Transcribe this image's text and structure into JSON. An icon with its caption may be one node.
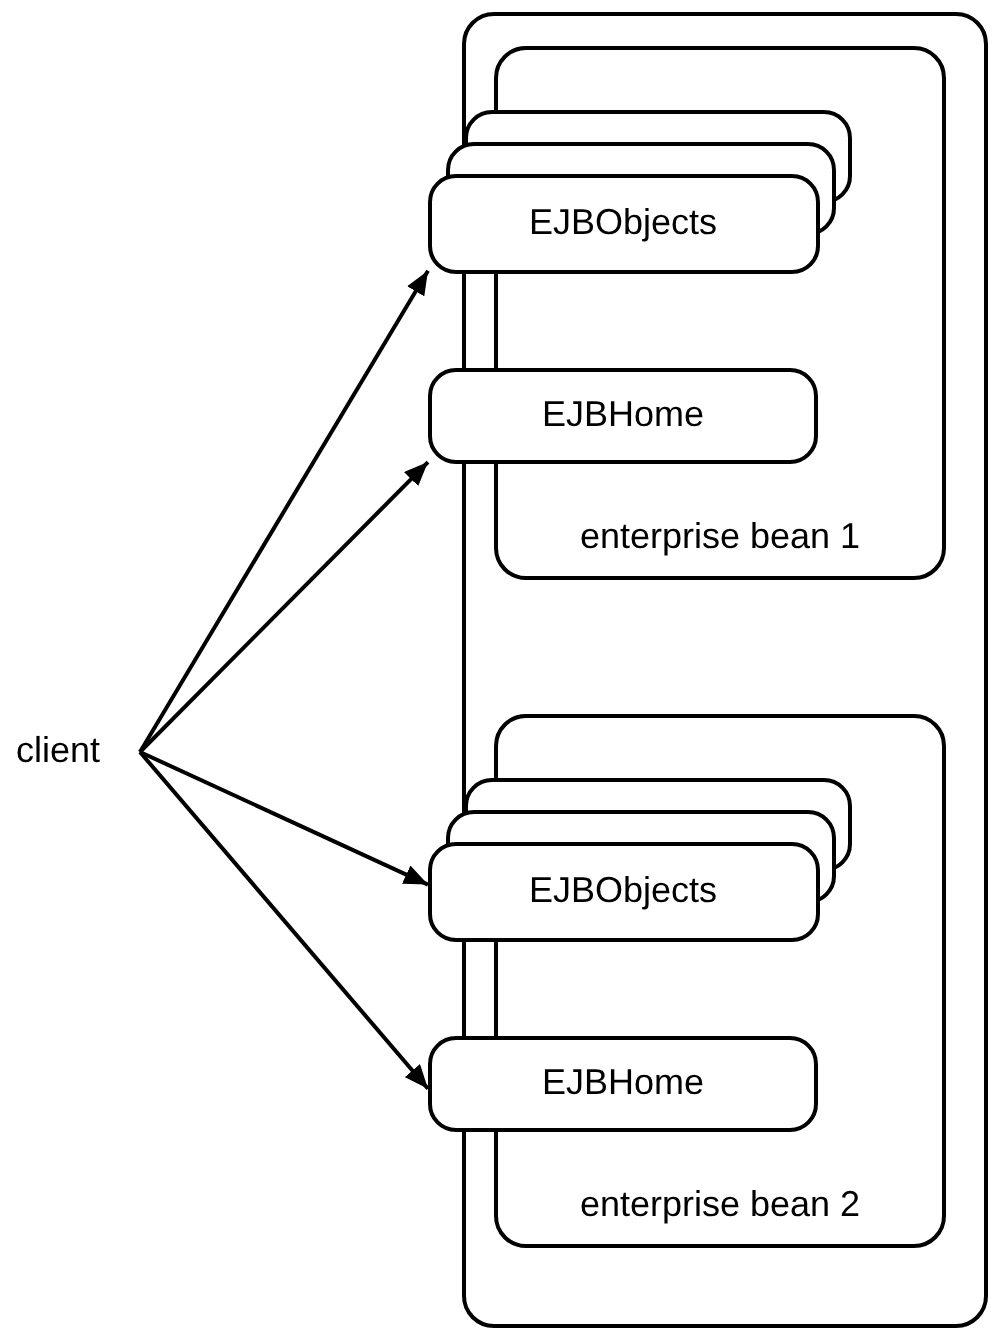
{
  "diagram": {
    "nodes": [
      {
        "text": [],
        "shape": "box"
      },
      {
        "text": [
          "enterprise bean 1"
        ],
        "in": 0
      },
      {
        "text": [
          "EJBObjects"
        ]
      },
      {
        "text": [
          "EJBHome"
        ]
      },
      {
        "text": [
          "enterprise bean 2"
        ],
        "in": 0
      },
      {
        "text": [
          "EJBObjects"
        ]
      },
      {
        "text": [
          "EJBHome"
        ]
      },
      {
        "text": [
          "client"
        ]
      }
    ],
    "edges": [
      {
        "from": 7,
        "to": 2,
        "arrow": "to"
      },
      {
        "from": 7,
        "to": 3,
        "arrow": "to"
      },
      {
        "from": 7,
        "to": 5,
        "arrow": "to"
      },
      {
        "from": 7,
        "to": 6,
        "arrow": "to"
      }
    ]
  }
}
